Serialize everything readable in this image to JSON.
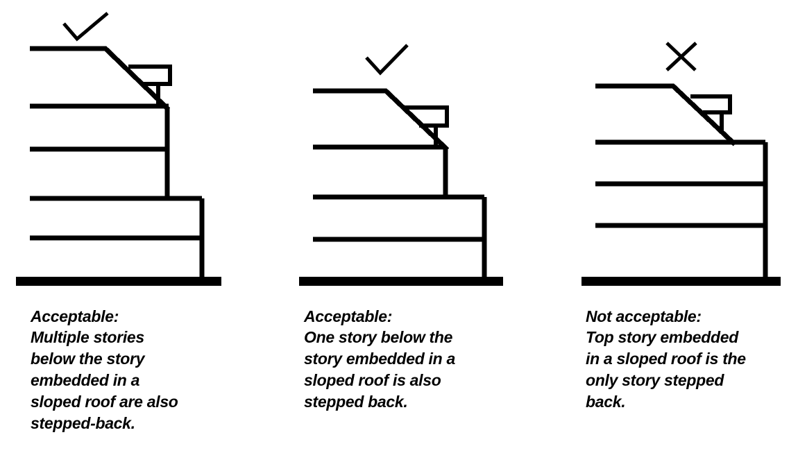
{
  "document": {
    "type": "architectural-zoning-diagram",
    "subject": "Upper story step-back requirements for stories embedded in a sloped roof",
    "background_color": "#ffffff",
    "line_color": "#000000"
  },
  "panels": [
    {
      "id": "panel-1",
      "mark": {
        "icon": "checkmark-icon",
        "meaning": "acceptable"
      },
      "caption": {
        "title": "Acceptable:",
        "lines": [
          "Multiple stories",
          "below the story",
          "embedded in a",
          "sloped roof are also",
          "stepped-back."
        ]
      },
      "building": {
        "stories": 5,
        "stepped_back_stories": 2,
        "has_sloped_roof_story": true,
        "description": "Five-story massing: top story embedded in a sloped roof with a dormer, two intermediate stories stepped back, and a wider two-story base on grade."
      }
    },
    {
      "id": "panel-2",
      "mark": {
        "icon": "checkmark-icon",
        "meaning": "acceptable"
      },
      "caption": {
        "title": "Acceptable:",
        "lines": [
          "One story below the",
          "story embedded in a",
          "sloped roof is also",
          "stepped back."
        ]
      },
      "building": {
        "stories": 4,
        "stepped_back_stories": 1,
        "has_sloped_roof_story": true,
        "description": "Four-story massing: top story embedded in a sloped roof with a dormer, one story below stepped back, and a wider two-story base on grade."
      }
    },
    {
      "id": "panel-3",
      "mark": {
        "icon": "cross-icon",
        "meaning": "not-acceptable"
      },
      "caption": {
        "title": "Not acceptable:",
        "lines": [
          "Top story embedded",
          "in a sloped roof is the",
          "only story stepped",
          "back."
        ]
      },
      "building": {
        "stories": 4,
        "stepped_back_stories": 0,
        "has_sloped_roof_story": true,
        "description": "Four-story massing: only the top story embedded in the sloped roof is stepped back; all stories below share one flush facade plane down to grade."
      }
    }
  ]
}
